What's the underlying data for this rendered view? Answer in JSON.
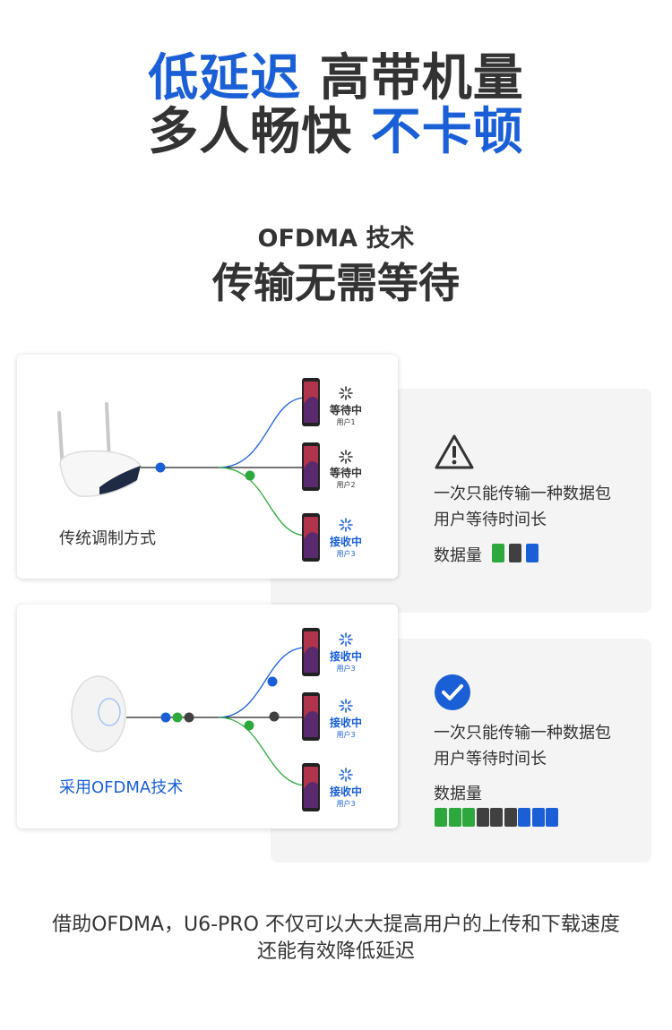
{
  "headline": {
    "line1_blue": "低延迟",
    "line1_dark": "高带机量",
    "line2_dark": "多人畅快",
    "line2_blue": "不卡顿"
  },
  "subtitle": {
    "line1": "OFDMA 技术",
    "line2": "传输无需等待"
  },
  "traditional": {
    "caption": "传统调制方式",
    "users": [
      {
        "status": "等待中",
        "name": "用户1"
      },
      {
        "status": "等待中",
        "name": "用户2"
      },
      {
        "status": "接收中",
        "name": "用户3"
      }
    ],
    "info_line1": "一次只能传输一种数据包",
    "info_line2": "用户等待时间长",
    "data_label": "数据量",
    "packet_colors": [
      "#2ca83d",
      "#404040",
      "#1a5fd6"
    ],
    "icon": "warning-triangle-icon"
  },
  "ofdma": {
    "caption": "采用OFDMA技术",
    "users": [
      {
        "status": "接收中",
        "name": "用户3"
      },
      {
        "status": "接收中",
        "name": "用户3"
      },
      {
        "status": "接收中",
        "name": "用户3"
      }
    ],
    "info_line1": "一次只能传输一种数据包",
    "info_line2": "用户等待时间长",
    "data_label": "数据量",
    "packet_colors": [
      "#2ca83d",
      "#2ca83d",
      "#2ca83d",
      "#404040",
      "#404040",
      "#404040",
      "#1a5fd6",
      "#1a5fd6",
      "#1a5fd6"
    ],
    "icon": "check-circle-icon"
  },
  "colors": {
    "blue": "#1a5fd6",
    "green": "#2ca83d",
    "dark": "#404040",
    "gray_bg": "#f4f4f4"
  },
  "footer": {
    "line1": "借助OFDMA，U6-PRO 不仅可以大大提高用户的上传和下载速度",
    "line2": "还能有效降低延迟"
  }
}
